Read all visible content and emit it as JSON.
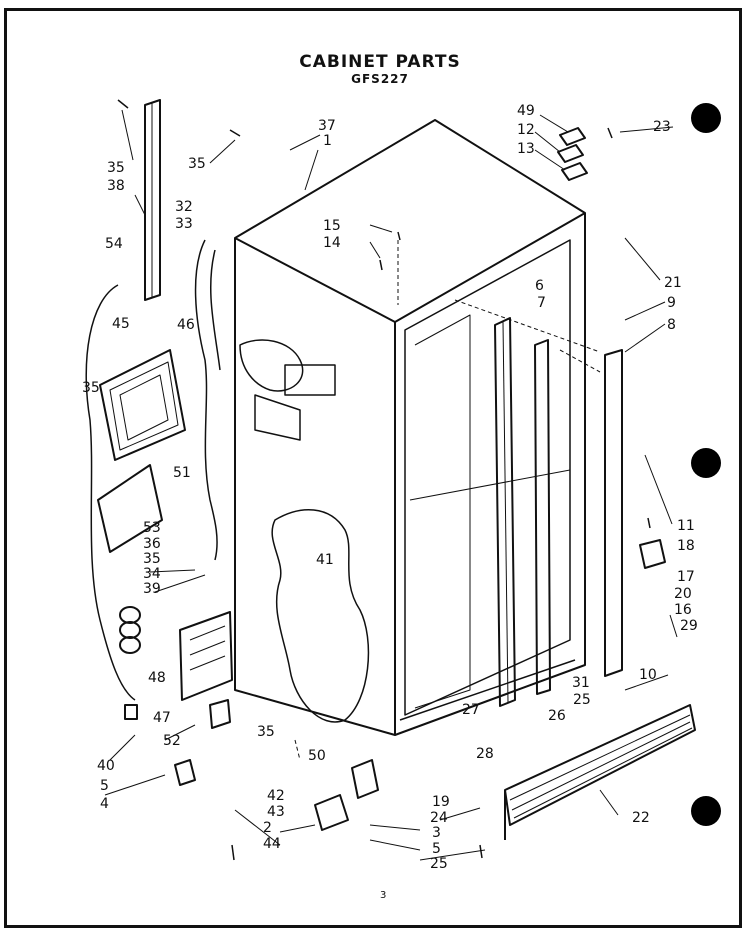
{
  "document": {
    "title": "CABINET PARTS",
    "model": "GFS227",
    "page_number": "3"
  },
  "callouts": [
    "35",
    "38",
    "37",
    "1",
    "35",
    "32",
    "33",
    "54",
    "45",
    "46",
    "35",
    "51",
    "53",
    "36",
    "35",
    "34",
    "39",
    "48",
    "47",
    "52",
    "35",
    "40",
    "5",
    "4",
    "50",
    "42",
    "43",
    "2",
    "44",
    "15",
    "14",
    "49",
    "12",
    "13",
    "23",
    "21",
    "9",
    "8",
    "6",
    "7",
    "11",
    "18",
    "17",
    "20",
    "16",
    "29",
    "10",
    "31",
    "25",
    "26",
    "27",
    "28",
    "19",
    "24",
    "3",
    "5",
    "25",
    "22",
    "41"
  ]
}
